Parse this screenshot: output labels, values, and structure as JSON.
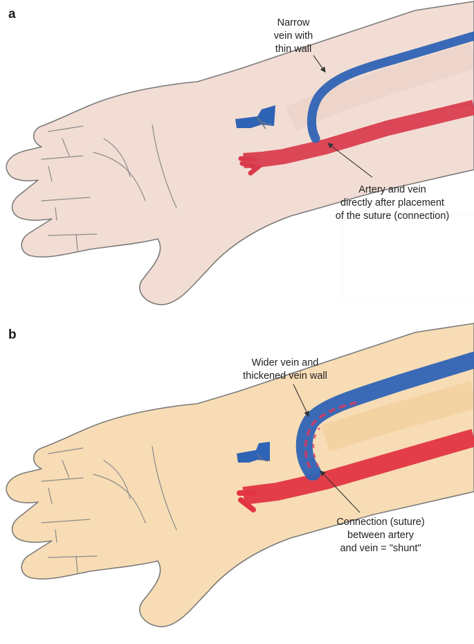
{
  "panel_a": {
    "letter": "a",
    "skin_color": "#f2ddd4",
    "vein_color": "#2f63b5",
    "artery_color": "#d93a4b",
    "label_narrow_vein": [
      "Narrow",
      "vein with",
      "thin wall"
    ],
    "label_artery_vein": [
      "Artery and vein",
      "directly after placement",
      "of the suture (connection)"
    ],
    "icons": [
      "hand-icon",
      "wristwatch-icon"
    ]
  },
  "panel_b": {
    "letter": "b",
    "skin_color": "#f7dcb5",
    "vein_color": "#2f63b5",
    "artery_color": "#e23444",
    "label_wider_vein": [
      "Wider vein and",
      "thickened vein wall"
    ],
    "label_shunt": [
      "Connection (suture)",
      "between artery",
      "and vein = \"shunt\""
    ],
    "icons": [
      "hand-icon",
      "wristwatch-icon"
    ]
  }
}
